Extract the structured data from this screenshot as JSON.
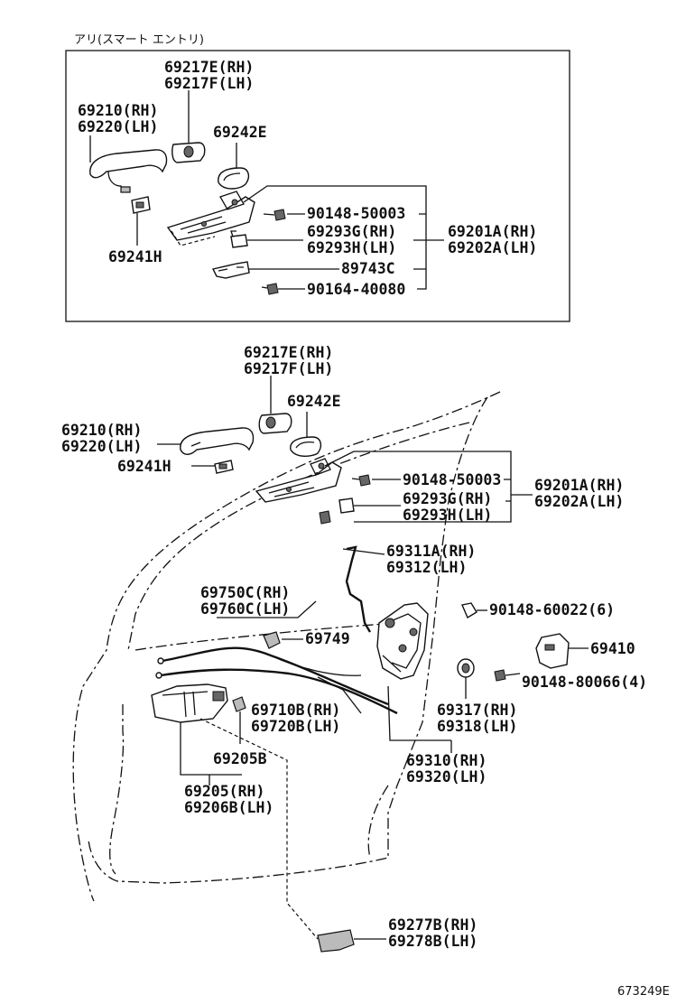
{
  "header_note": "アリ(スマート エントリ)",
  "figure_id": "673249E",
  "inset": {
    "labels": [
      [
        "69217E(RH)",
        "69217F(LH)"
      ],
      [
        "69210(RH)",
        "69220(LH)"
      ],
      [
        "69242E"
      ],
      [
        "90148-50003"
      ],
      [
        "69241H"
      ],
      [
        "69293G(RH)",
        "69293H(LH)"
      ],
      [
        "69201A(RH)",
        "69202A(LH)"
      ],
      [
        "89743C"
      ],
      [
        "90164-40080"
      ]
    ]
  },
  "main": {
    "labels": [
      [
        "69217E(RH)",
        "69217F(LH)"
      ],
      [
        "69242E"
      ],
      [
        "69210(RH)",
        "69220(LH)"
      ],
      [
        "69241H"
      ],
      [
        "90148-50003"
      ],
      [
        "69201A(RH)",
        "69202A(LH)"
      ],
      [
        "69293G(RH)",
        "69293H(LH)"
      ],
      [
        "69311A(RH)",
        "69312(LH)"
      ],
      [
        "69750C(RH)",
        "69760C(LH)"
      ],
      [
        "90148-60022(6)"
      ],
      [
        "69749"
      ],
      [
        "69410"
      ],
      [
        "90148-80066(4)"
      ],
      [
        "69710B(RH)",
        "69720B(LH)"
      ],
      [
        "69317(RH)",
        "69318(LH)"
      ],
      [
        "69205B"
      ],
      [
        "69310(RH)",
        "69320(LH)"
      ],
      [
        "69205(RH)",
        "69206B(LH)"
      ],
      [
        "69277B(RH)",
        "69278B(LH)"
      ]
    ]
  }
}
